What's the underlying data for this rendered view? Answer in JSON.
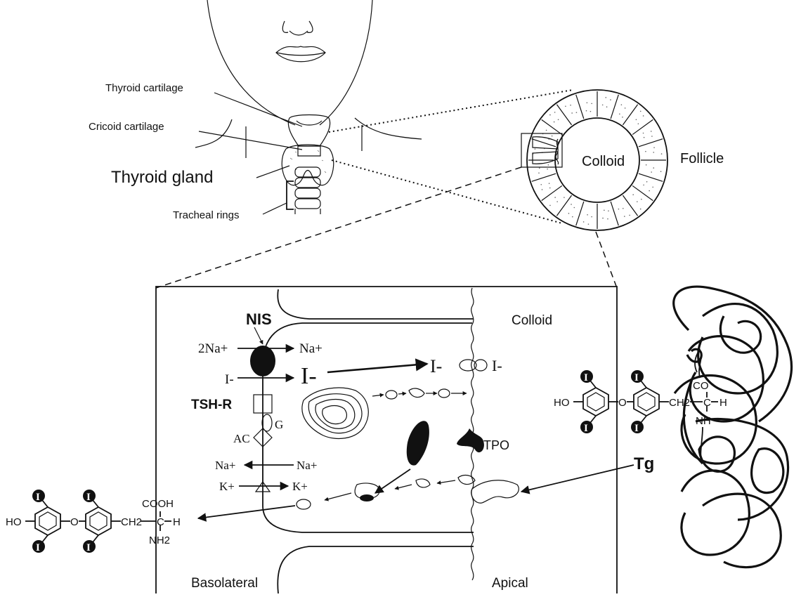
{
  "anatomy": {
    "thyroid_cartilage": "Thyroid cartilage",
    "cricoid_cartilage": "Cricoid cartilage",
    "thyroid_gland": "Thyroid gland",
    "tracheal_rings": "Tracheal rings"
  },
  "follicle": {
    "colloid": "Colloid",
    "follicle": "Follicle"
  },
  "cell": {
    "colloid": "Colloid",
    "nis": "NIS",
    "na_in": "2Na+",
    "na_out": "Na+",
    "iodide_in": "I-",
    "iodide_cell": "I-",
    "iodide_apical": "I-",
    "iodide_colloid": "I-",
    "tsh_r": "TSH-R",
    "g": "G",
    "ac": "AC",
    "tpo": "TPO",
    "pump_na_left": "Na+",
    "pump_na_right": "Na+",
    "pump_k_left": "K+",
    "pump_k_right": "K+",
    "tg": "Tg",
    "basolateral": "Basolateral",
    "apical": "Apical"
  },
  "hormone_released": {
    "ring_substituent": "I",
    "ho": "HO",
    "o": "O",
    "cooh": "COOH",
    "ch2": "CH2",
    "c": "C",
    "h": "H",
    "nh2": "NH2"
  },
  "hormone_bound": {
    "ring_substituent": "I",
    "ho": "HO",
    "o": "O",
    "co": "CO",
    "ch2": "CH2",
    "c": "C",
    "h": "H",
    "nh": "NH"
  }
}
